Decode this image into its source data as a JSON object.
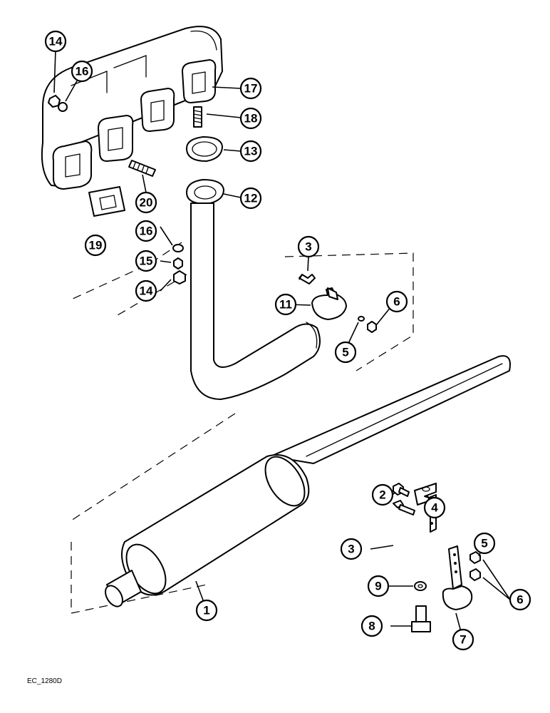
{
  "figure_ref": "EC_1280D",
  "callouts": [
    {
      "id": "14a",
      "label": "14"
    },
    {
      "id": "16a",
      "label": "16"
    },
    {
      "id": "17",
      "label": "17"
    },
    {
      "id": "18",
      "label": "18"
    },
    {
      "id": "13",
      "label": "13"
    },
    {
      "id": "12",
      "label": "12"
    },
    {
      "id": "20",
      "label": "20"
    },
    {
      "id": "19",
      "label": "19"
    },
    {
      "id": "16b",
      "label": "16"
    },
    {
      "id": "15",
      "label": "15"
    },
    {
      "id": "14b",
      "label": "14"
    },
    {
      "id": "3a",
      "label": "3"
    },
    {
      "id": "11",
      "label": "11"
    },
    {
      "id": "6a",
      "label": "6"
    },
    {
      "id": "5a",
      "label": "5"
    },
    {
      "id": "2",
      "label": "2"
    },
    {
      "id": "4",
      "label": "4"
    },
    {
      "id": "3b",
      "label": "3"
    },
    {
      "id": "5b",
      "label": "5"
    },
    {
      "id": "9",
      "label": "9"
    },
    {
      "id": "6b",
      "label": "6"
    },
    {
      "id": "8",
      "label": "8"
    },
    {
      "id": "1",
      "label": "1"
    },
    {
      "id": "7",
      "label": "7"
    }
  ]
}
